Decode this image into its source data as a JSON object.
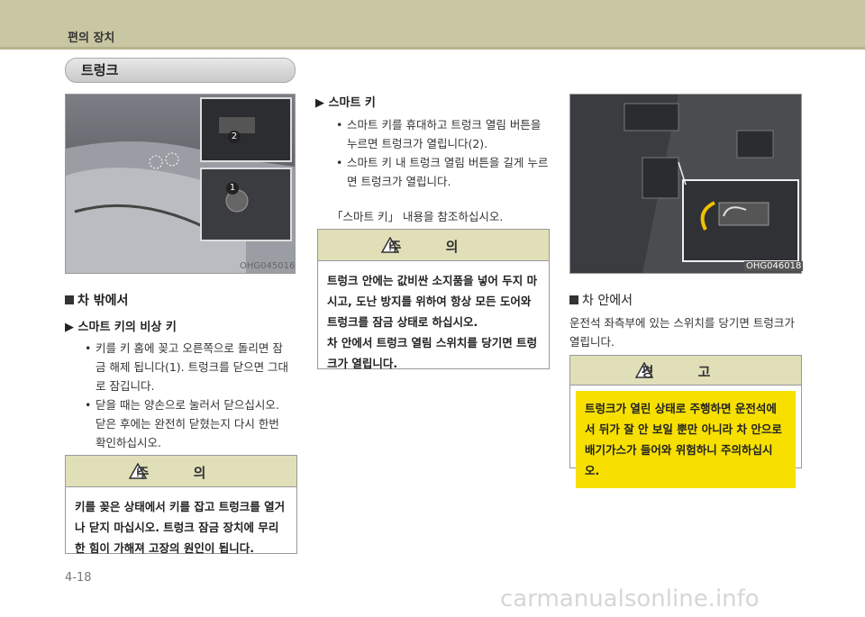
{
  "header": {
    "title": "편의 장치"
  },
  "section": {
    "title": "트렁크"
  },
  "photos": {
    "left_code": "OHG045016",
    "right_code": "OHG046018",
    "badge_1": "1",
    "badge_2": "2"
  },
  "left": {
    "heading": "차 밖에서",
    "subheading": "스마트 키의 비상 키",
    "bullets": [
      "키를 키 홈에 꽂고 오른쪽으로 돌리면 잠금 해제 됩니다(1). 트렁크를 닫으면 그대로 잠깁니다.",
      "닫을 때는 양손으로 눌러서 닫으십시오. 닫은 후에는 완전히 닫혔는지 다시 한번 확인하십시오."
    ],
    "caution": {
      "title": "주 의",
      "body": "키를 꽂은 상태에서 키를 잡고 트렁크를 열거나 닫지 마십시오. 트렁크 잠금 장치에 무리한 힘이 가해져 고장의 원인이 됩니다."
    }
  },
  "middle": {
    "subheading": "스마트 키",
    "bullets": [
      "스마트 키를 휴대하고 트렁크 열림 버튼을 누르면 트렁크가 열립니다(2).",
      "스마트 키 내 트렁크 열림 버튼을 길게 누르면 트렁크가 열립니다."
    ],
    "reference": "「스마트 키」 내용을 참조하십시오.",
    "caution": {
      "title": "주 의",
      "body1": "트렁크 안에는 값비싼 소지품을 넣어 두지 마시고, 도난 방지를 위하여 항상 모든 도어와 트렁크를 잠금 상태로 하십시오.",
      "body2": "차 안에서 트렁크 열림 스위치를 당기면 트렁크가 열립니다."
    }
  },
  "right": {
    "heading": "차 안에서",
    "para": "운전석 좌측부에 있는 스위치를 당기면 트렁크가 열립니다.",
    "warning": {
      "title": "경 고",
      "body": "트렁크가 열린 상태로 주행하면 운전석에서 뒤가 잘 안 보일 뿐만 아니라 차 안으로 배기가스가 들어와 위험하니 주의하십시오."
    }
  },
  "footer": {
    "page": "4-18",
    "watermark": "carmanualsonline.info"
  },
  "colors": {
    "header": "#c9c7a3",
    "caution_head": "#e0dfb8",
    "warning_body": "#f7e000"
  },
  "icons": [
    "warning-triangle-icon",
    "square-bullet-icon",
    "triangle-arrow-icon"
  ]
}
